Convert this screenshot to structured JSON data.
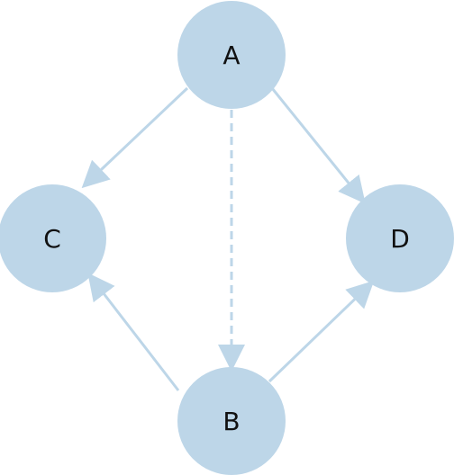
{
  "colors": {
    "node_fill": "#bdd6e8",
    "edge_stroke": "#bdd6e8",
    "label_color": "#111111"
  },
  "nodes": [
    {
      "id": "A",
      "label": "A"
    },
    {
      "id": "B",
      "label": "B"
    },
    {
      "id": "C",
      "label": "C"
    },
    {
      "id": "D",
      "label": "D"
    }
  ],
  "edges": [
    {
      "from": "A",
      "to": "C",
      "style": "solid"
    },
    {
      "from": "A",
      "to": "D",
      "style": "solid"
    },
    {
      "from": "A",
      "to": "B",
      "style": "dashed"
    },
    {
      "from": "B",
      "to": "C",
      "style": "solid"
    },
    {
      "from": "B",
      "to": "D",
      "style": "solid"
    }
  ]
}
